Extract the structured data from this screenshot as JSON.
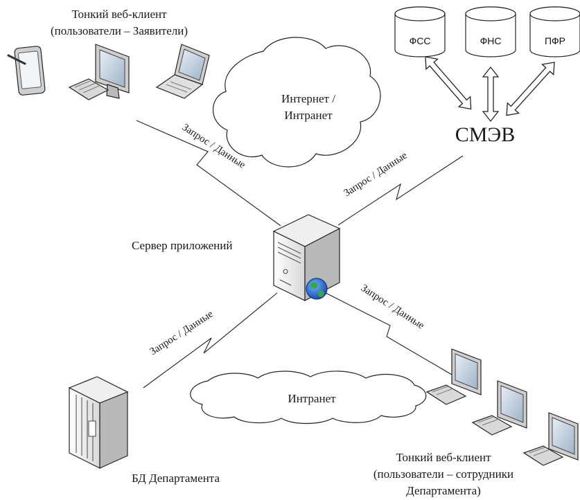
{
  "labels": {
    "top_clients_line1": "Тонкий веб-клиент",
    "top_clients_line2": "(пользователи – Заявители)",
    "cloud_internet_line1": "Интернет /",
    "cloud_internet_line2": "Интранет",
    "smev": "СМЭВ",
    "app_server": "Сервер приложений",
    "cloud_intranet": "Интранет",
    "db": "БД Департамента",
    "bottom_clients_line1": "Тонкий веб-клиент",
    "bottom_clients_line2": "(пользователи – сотрудники",
    "bottom_clients_line3": "Департамента)"
  },
  "connections": {
    "top_left": "Запрос / Данные",
    "top_right": "Запрос / Данные",
    "bottom_left": "Запрос / Данные",
    "bottom_right": "Запрос / Данные"
  },
  "databases": [
    {
      "name": "ФСС"
    },
    {
      "name": "ФНС"
    },
    {
      "name": "ПФР"
    }
  ]
}
